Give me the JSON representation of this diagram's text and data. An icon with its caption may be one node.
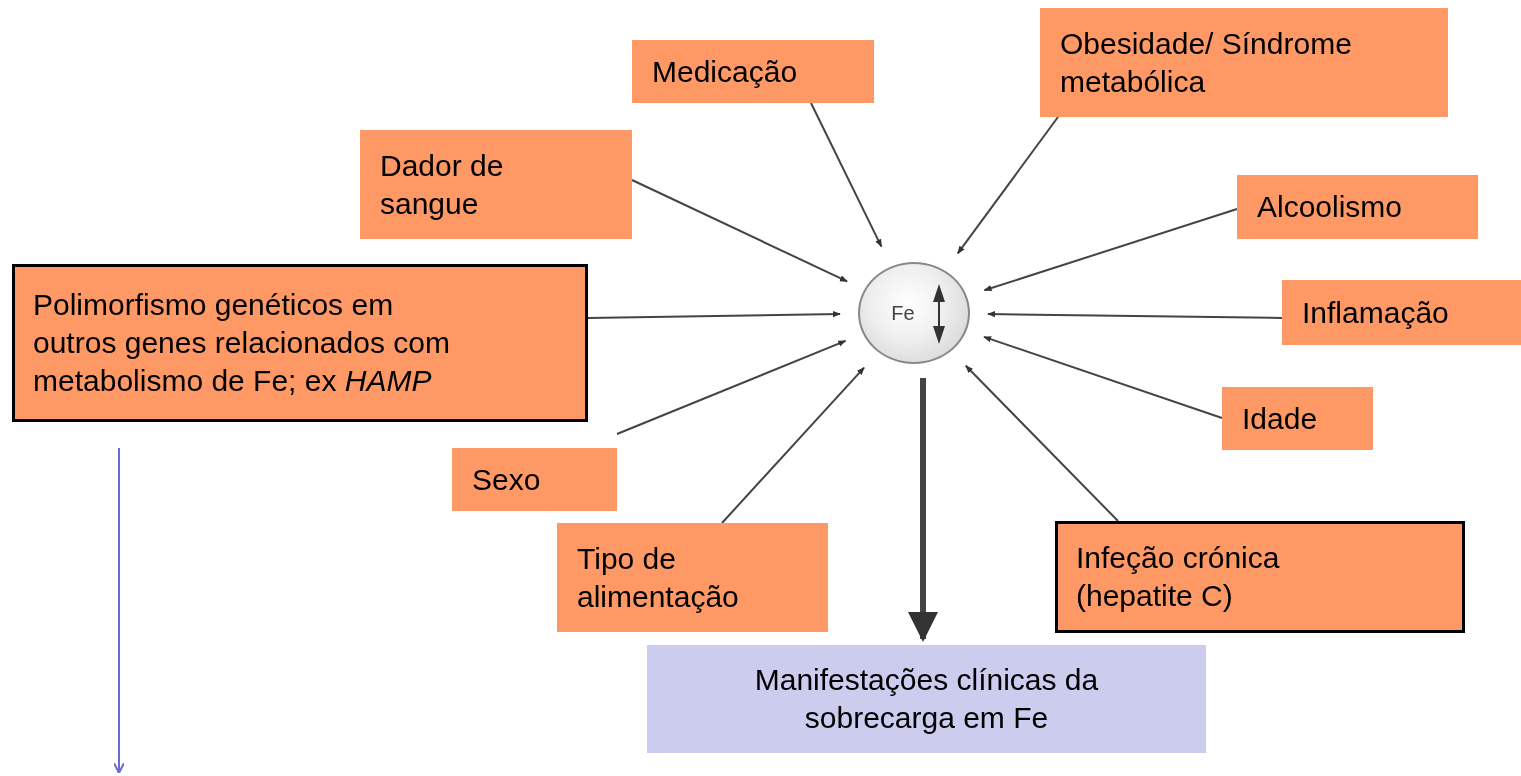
{
  "diagram": {
    "nodes": [
      {
        "text": [
          "Medicação"
        ]
      },
      {
        "text": [
          "Obesidade/ Síndrome metabólica"
        ]
      },
      {
        "text": [
          "Dador de sangue"
        ]
      },
      {
        "text": [
          "Alcoolismo"
        ]
      },
      {
        "text": [
          "Polimorfismo genéticos em outros genes relacionados com metabolismo de Fe; ex *HAMP*"
        ]
      },
      {
        "text": [
          "Fe"
        ]
      },
      {
        "text": [
          "Inflamação"
        ]
      },
      {
        "text": [
          "Sexo"
        ]
      },
      {
        "text": [
          "Idade"
        ]
      },
      {
        "text": [
          "Tipo de alimentação"
        ]
      },
      {
        "text": [
          "Infeção crónica (hepatite C)"
        ]
      },
      {
        "text": [
          "Manifestações clínicas da sobrecarga em Fe"
        ]
      }
    ],
    "edges": [
      {
        "from": 0,
        "to": 5,
        "arrow": "to"
      },
      {
        "from": 1,
        "to": 5,
        "arrow": "to"
      },
      {
        "from": 2,
        "to": 5,
        "arrow": "to"
      },
      {
        "from": 3,
        "to": 5,
        "arrow": "to"
      },
      {
        "from": 4,
        "to": 5,
        "arrow": "to"
      },
      {
        "from": 6,
        "to": 5,
        "arrow": "to"
      },
      {
        "from": 7,
        "to": 5,
        "arrow": "to"
      },
      {
        "from": 8,
        "to": 5,
        "arrow": "to"
      },
      {
        "from": 9,
        "to": 5,
        "arrow": "to"
      },
      {
        "from": 10,
        "to": 5,
        "arrow": "to"
      },
      {
        "from": 5,
        "to": 11,
        "arrow": "to",
        "style": "thick"
      },
      {
        "from": 4,
        "to": null,
        "arrow": "to",
        "color": "#6b6bd0"
      }
    ]
  }
}
